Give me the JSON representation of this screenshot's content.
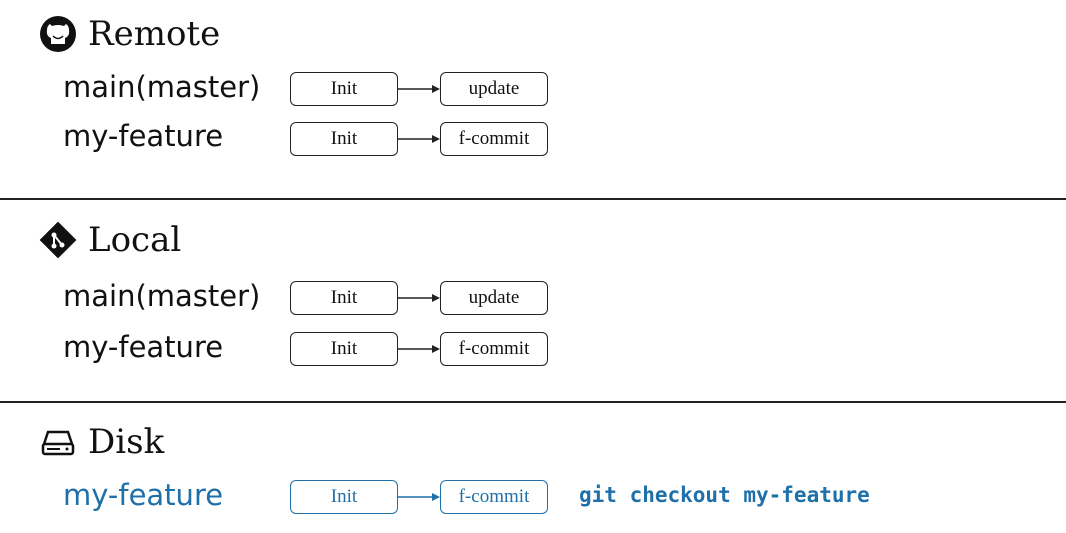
{
  "sections": {
    "remote": {
      "title": "Remote",
      "rows": [
        {
          "branch": "main(master)",
          "commits": [
            "Init",
            "update"
          ]
        },
        {
          "branch": "my-feature",
          "commits": [
            "Init",
            "f-commit"
          ]
        }
      ]
    },
    "local": {
      "title": "Local",
      "rows": [
        {
          "branch": "main(master)",
          "commits": [
            "Init",
            "update"
          ]
        },
        {
          "branch": "my-feature",
          "commits": [
            "Init",
            "f-commit"
          ]
        }
      ]
    },
    "disk": {
      "title": "Disk",
      "rows": [
        {
          "branch": "my-feature",
          "commits": [
            "Init",
            "f-commit"
          ]
        }
      ],
      "command": "git checkout my-feature"
    }
  },
  "colors": {
    "highlight": "#1f6fa8",
    "text": "#111111",
    "line": "#222222"
  },
  "icons": {
    "remote": "github-icon",
    "local": "git-icon",
    "disk": "disk-drive-icon"
  }
}
